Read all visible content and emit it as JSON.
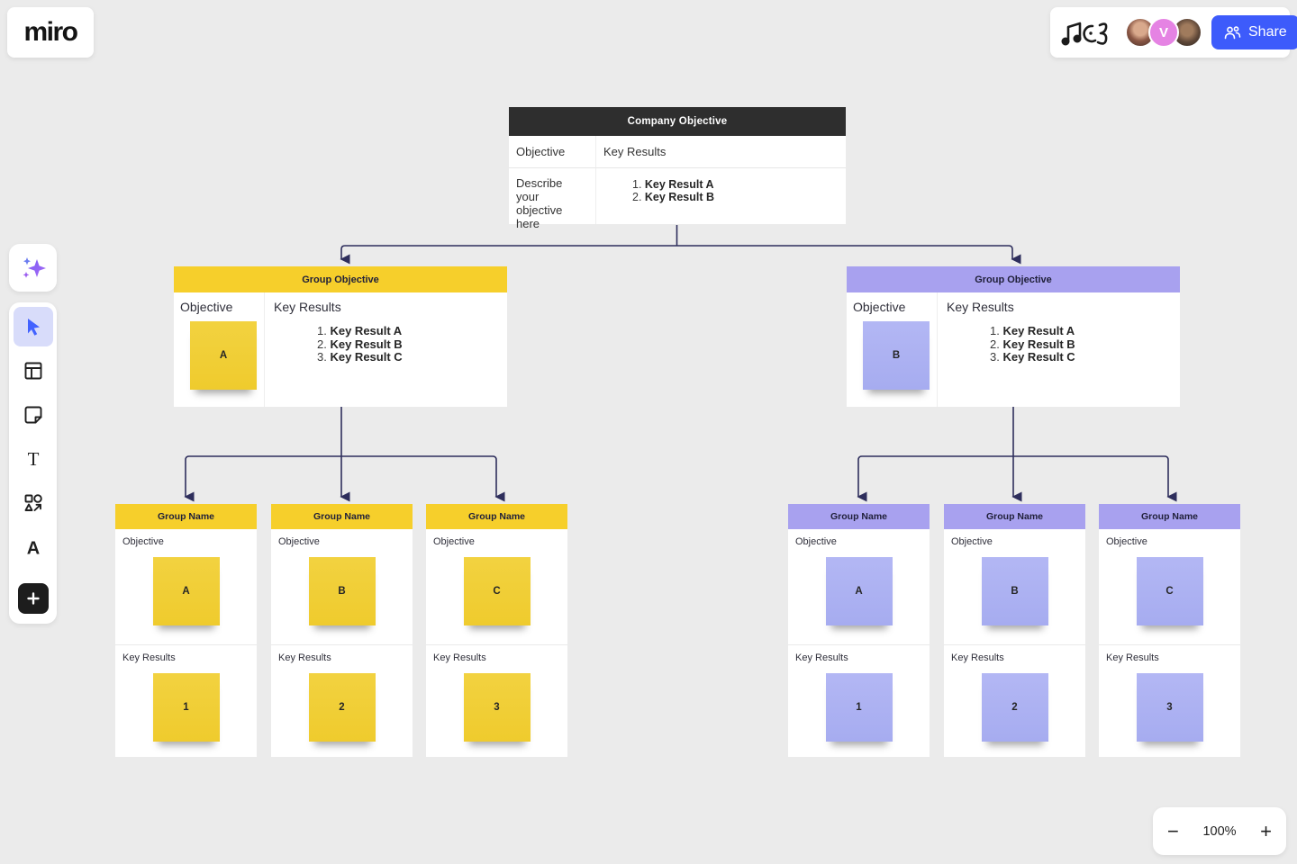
{
  "header": {
    "logo_text": "miro",
    "avatars": [
      {
        "kind": "photo"
      },
      {
        "kind": "initial",
        "text": "V"
      },
      {
        "kind": "photo"
      }
    ],
    "share_label": "Share"
  },
  "toolbar": {
    "tools": [
      {
        "id": "ai-assistant",
        "icon": "sparkles-icon"
      },
      {
        "id": "select",
        "icon": "cursor-icon",
        "active": true
      },
      {
        "id": "templates",
        "icon": "frame-icon"
      },
      {
        "id": "sticky-note",
        "icon": "sticky-note-icon"
      },
      {
        "id": "text",
        "icon": "text-icon"
      },
      {
        "id": "shapes",
        "icon": "shapes-icon"
      },
      {
        "id": "pen",
        "icon": "pen-icon"
      },
      {
        "id": "add-apps",
        "icon": "plus-icon"
      }
    ]
  },
  "company_table": {
    "title": "Company Objective",
    "objective_header": "Objective",
    "key_results_header": "Key Results",
    "objective_text": "Describe your objective here",
    "key_results": [
      "Key Result A",
      "Key Result B"
    ]
  },
  "group_tables": [
    {
      "title": "Group Objective",
      "theme": "yellow",
      "objective_header": "Objective",
      "key_results_header": "Key Results",
      "sticky": "A",
      "key_results": [
        "Key Result A",
        "Key Result B",
        "Key Result C"
      ]
    },
    {
      "title": "Group Objective",
      "theme": "purple",
      "objective_header": "Objective",
      "key_results_header": "Key Results",
      "sticky": "B",
      "key_results": [
        "Key Result A",
        "Key Result B",
        "Key Result C"
      ]
    }
  ],
  "group_cards": [
    {
      "title": "Group Name",
      "theme": "yellow",
      "objective_label": "Objective",
      "objective_sticky": "A",
      "key_results_label": "Key Results",
      "key_results_sticky": "1"
    },
    {
      "title": "Group Name",
      "theme": "yellow",
      "objective_label": "Objective",
      "objective_sticky": "B",
      "key_results_label": "Key Results",
      "key_results_sticky": "2"
    },
    {
      "title": "Group Name",
      "theme": "yellow",
      "objective_label": "Objective",
      "objective_sticky": "C",
      "key_results_label": "Key Results",
      "key_results_sticky": "3"
    },
    {
      "title": "Group Name",
      "theme": "purple",
      "objective_label": "Objective",
      "objective_sticky": "A",
      "key_results_label": "Key Results",
      "key_results_sticky": "1"
    },
    {
      "title": "Group Name",
      "theme": "purple",
      "objective_label": "Objective",
      "objective_sticky": "B",
      "key_results_label": "Key Results",
      "key_results_sticky": "2"
    },
    {
      "title": "Group Name",
      "theme": "purple",
      "objective_label": "Objective",
      "objective_sticky": "C",
      "key_results_label": "Key Results",
      "key_results_sticky": "3"
    }
  ],
  "zoom_controls": {
    "minus": "−",
    "level": "100%",
    "plus": "+"
  },
  "colors": {
    "yellow_header": "#F6CF2B",
    "purple_header": "#A8A1EF",
    "yellow_sticky": "#F1CE33",
    "purple_sticky": "#ACB1F2",
    "dark_header": "#2E2E2E",
    "connector": "#2E2E5C",
    "share_blue": "#3D5BFB",
    "select_highlight": "#D8DCFA",
    "canvas_bg": "#EBEBEB"
  }
}
